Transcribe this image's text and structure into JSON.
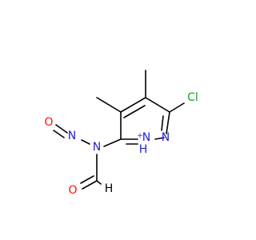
{
  "molecule": {
    "atoms": {
      "chlorine": "Cl",
      "ring_nitrogen": "N",
      "protonated_nitrogen": "N",
      "protonated_hydrogen": "H",
      "charge": "+",
      "amide_nitrogen": "N",
      "nitroso_nitrogen": "N",
      "nitroso_oxygen": "O",
      "formyl_oxygen": "O",
      "formyl_hydrogen": "H"
    },
    "colors": {
      "bond": "#000000",
      "nitrogen": "#2323d6",
      "oxygen": "#ff0d0d",
      "chlorine": "#1fa01f",
      "carbon": "#000000"
    }
  }
}
